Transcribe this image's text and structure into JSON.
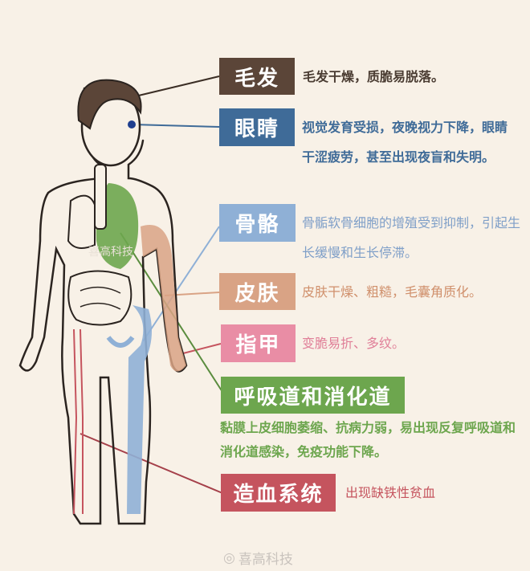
{
  "colors": {
    "hair": "#5b4538",
    "eye": "#3f6b98",
    "bone": "#8fb0d6",
    "skin": "#d9a385",
    "nail": "#e98da5",
    "gut": "#6da64e",
    "blood": "#c5545e",
    "background": "#f8f1e7"
  },
  "items": [
    {
      "label": "毛发",
      "desc": "毛发干燥，质脆易脱落。",
      "desc_color": "#4a3c32"
    },
    {
      "label": "眼睛",
      "desc": "视觉发育受损，夜晚视力下降，眼睛干涩疲劳，甚至出现夜盲和失明。",
      "desc_color": "#3f6b98"
    },
    {
      "label": "骨骼",
      "desc": "骨骺软骨细胞的增殖受到抑制，引起生长缓慢和生长停滞。",
      "desc_color": "#7f9fc8"
    },
    {
      "label": "皮肤",
      "desc": "皮肤干燥、粗糙，毛囊角质化。",
      "desc_color": "#d0906c"
    },
    {
      "label": "指甲",
      "desc": "变脆易折、多纹。",
      "desc_color": "#e07f98"
    },
    {
      "label": "呼吸道和消化道",
      "desc": "黏膜上皮细胞萎缩、抗病力弱，易出现反复呼吸道和消化道感染，免疫功能下降。",
      "desc_color": "#6da64e"
    },
    {
      "label": "造血系统",
      "desc": "出现缺铁性贫血",
      "desc_color": "#c5545e"
    }
  ],
  "watermark": "喜高科技",
  "figure_watermark": "喜高科技"
}
